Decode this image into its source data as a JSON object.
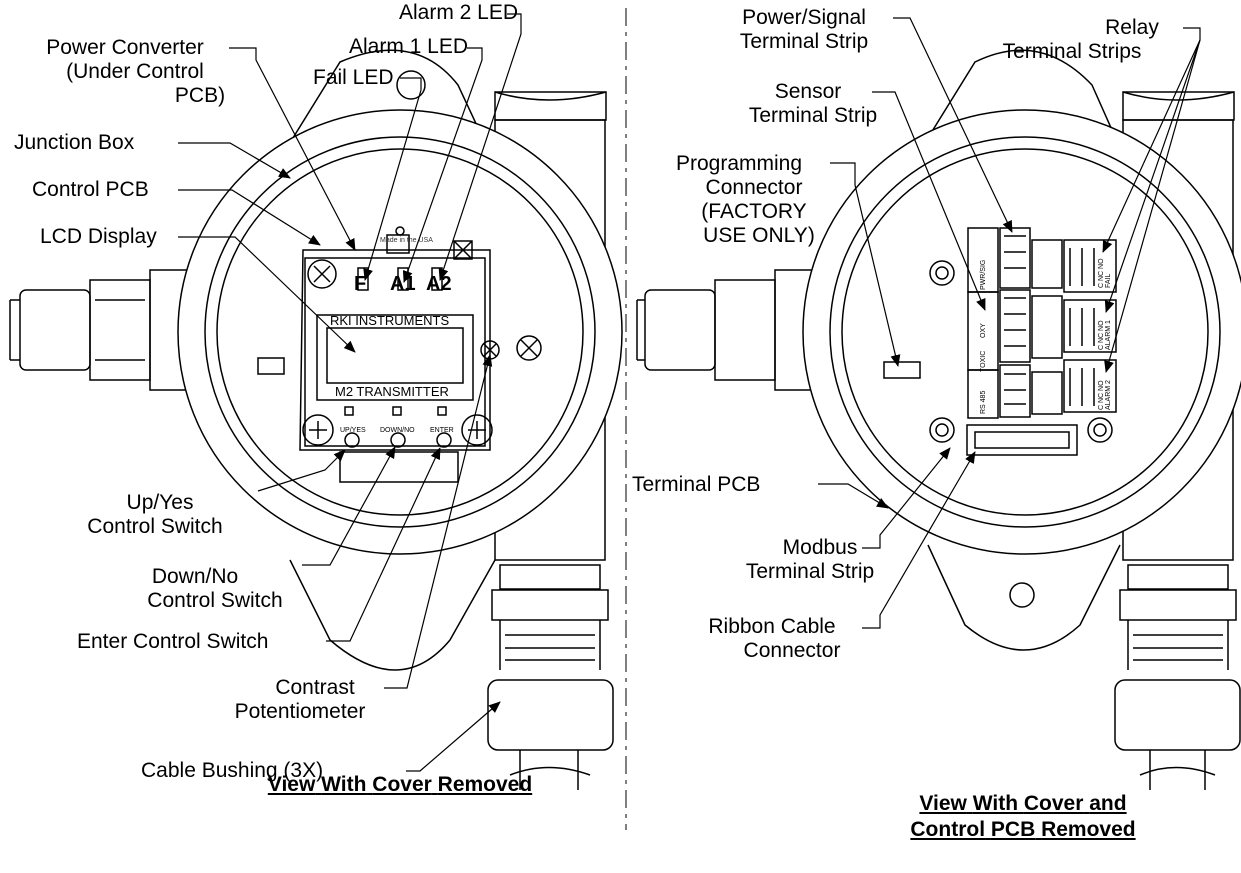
{
  "left_view": {
    "labels": {
      "alarm2_led": "Alarm 2 LED",
      "alarm1_led": "Alarm 1 LED",
      "fail_led": "Fail LED",
      "power_converter": [
        "Power Converter",
        "(Under Control",
        "PCB)"
      ],
      "junction_box": "Junction Box",
      "control_pcb": "Control PCB",
      "lcd_display": "LCD Display",
      "up_yes_switch": [
        "Up/Yes",
        "Control Switch"
      ],
      "down_no_switch": [
        "Down/No",
        "Control Switch"
      ],
      "enter_switch": "Enter Control Switch",
      "contrast_pot": [
        "Contrast",
        "Potentiometer"
      ],
      "cable_bushing": "Cable Bushing (3X)"
    },
    "board": {
      "made_in": "Made in the USA",
      "led_f": "F",
      "led_a1": "A1",
      "led_a2": "A2",
      "lcd_top": "RKI INSTRUMENTS",
      "lcd_bottom": "M2 TRANSMITTER",
      "btn_up": "UP/YES",
      "btn_down": "DOWN/NO",
      "btn_enter": "ENTER"
    },
    "caption": [
      "View",
      "With",
      "Cover",
      "Removed"
    ]
  },
  "right_view": {
    "labels": {
      "power_signal_strip": [
        "Power/Signal",
        "Terminal Strip"
      ],
      "relay_strips": [
        "Relay",
        "Terminal Strips"
      ],
      "sensor_strip": [
        "Sensor",
        "Terminal Strip"
      ],
      "programming_connector": [
        "Programming",
        "Connector",
        "(FACTORY",
        "USE ONLY)"
      ],
      "terminal_pcb": "Terminal PCB",
      "modbus_strip": [
        "Modbus",
        "Terminal Strip"
      ],
      "ribbon_connector": [
        "Ribbon Cable",
        "Connector"
      ]
    },
    "board": {
      "pwr_sig": "PWR/SIG",
      "oxy": "OXY",
      "toxic": "TOXIC",
      "rs485": "RS 485",
      "fail": "FAIL",
      "alarm1": "ALARM 1",
      "alarm2": "ALARM 2",
      "relay_pins": "C NC NO"
    },
    "caption": [
      "View",
      "With",
      "Cover",
      "and",
      "Control",
      "PCB",
      "Removed"
    ]
  }
}
